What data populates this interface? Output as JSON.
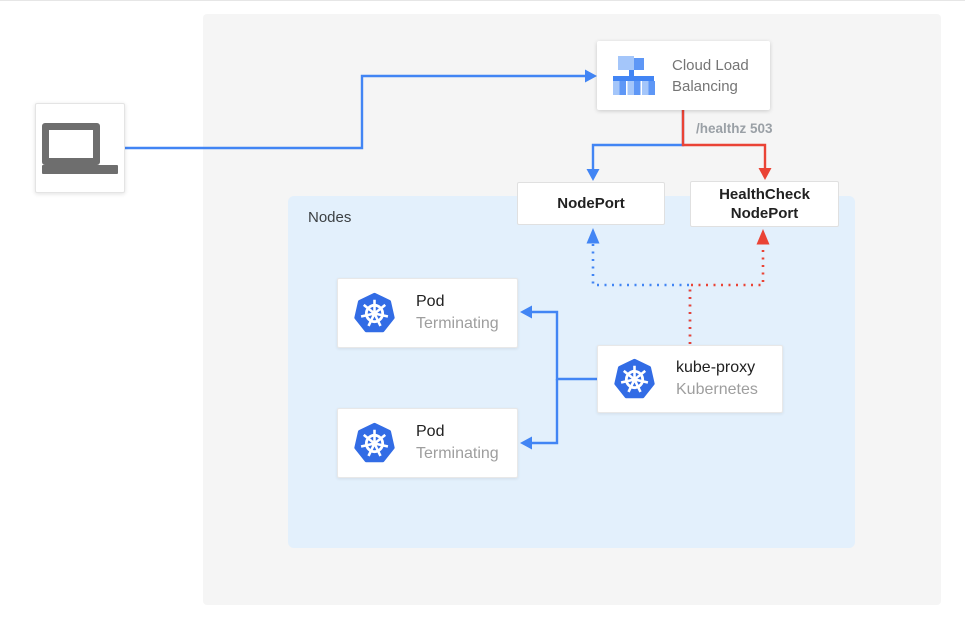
{
  "colors": {
    "blue": "#4285F4",
    "red": "#EA4335",
    "gray_panel": "#F5F5F5",
    "nodes_panel_blue": "#E3F0FC",
    "kubernetes_blue": "#326CE5",
    "laptop_icon_gray": "#6E6E6E"
  },
  "cloud_load_balancing": {
    "line1": "Cloud Load",
    "line2": "Balancing"
  },
  "healthz_label": "/healthz 503",
  "nodeport": {
    "label": "NodePort"
  },
  "healthcheck_nodeport": {
    "line1": "HealthCheck",
    "line2": "NodePort"
  },
  "nodes_panel": {
    "label": "Nodes"
  },
  "pods": [
    {
      "title": "Pod",
      "status": "Terminating"
    },
    {
      "title": "Pod",
      "status": "Terminating"
    }
  ],
  "kube_proxy": {
    "title": "kube-proxy",
    "subtitle": "Kubernetes"
  }
}
